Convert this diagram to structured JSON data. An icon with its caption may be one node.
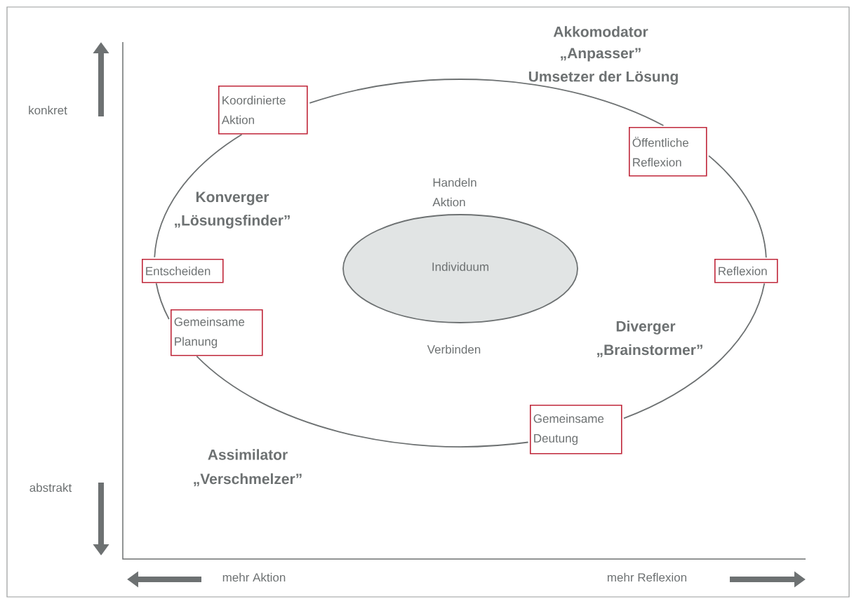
{
  "diagram": {
    "nodes": [
      {
        "text": [
          "Koordinierte Aktion"
        ]
      },
      {
        "text": [
          "Öffentliche Reflexion"
        ]
      },
      {
        "text": [
          "Entscheiden"
        ]
      },
      {
        "text": [
          "Reflexion"
        ]
      },
      {
        "text": [
          "Individuum"
        ]
      },
      {
        "text": [
          "Gemeinsame Planung"
        ]
      },
      {
        "text": [
          "Gemeinsame Deutung"
        ]
      }
    ],
    "edges": [
      {
        "from": 0,
        "to": 1,
        "arrow": "none"
      },
      {
        "from": 1,
        "to": 3,
        "arrow": "none"
      },
      {
        "from": 3,
        "to": 6,
        "arrow": "none"
      },
      {
        "from": 6,
        "to": 5,
        "arrow": "none"
      },
      {
        "from": 5,
        "to": 2,
        "arrow": "none"
      },
      {
        "from": 2,
        "to": 0,
        "arrow": "none"
      }
    ],
    "labels": [
      "Akkomodator",
      "„Anpasser”",
      "Umsetzer der Lösung",
      "konkret",
      "Konverger",
      "„Lösungsfinder”",
      "Handeln",
      "Aktion",
      "Diverger",
      "„Brainstormer”",
      "Verbinden",
      "Assimilator",
      "„Verschmelzer”",
      "abstrakt",
      "mehr Aktion",
      "mehr Reflexion"
    ]
  }
}
